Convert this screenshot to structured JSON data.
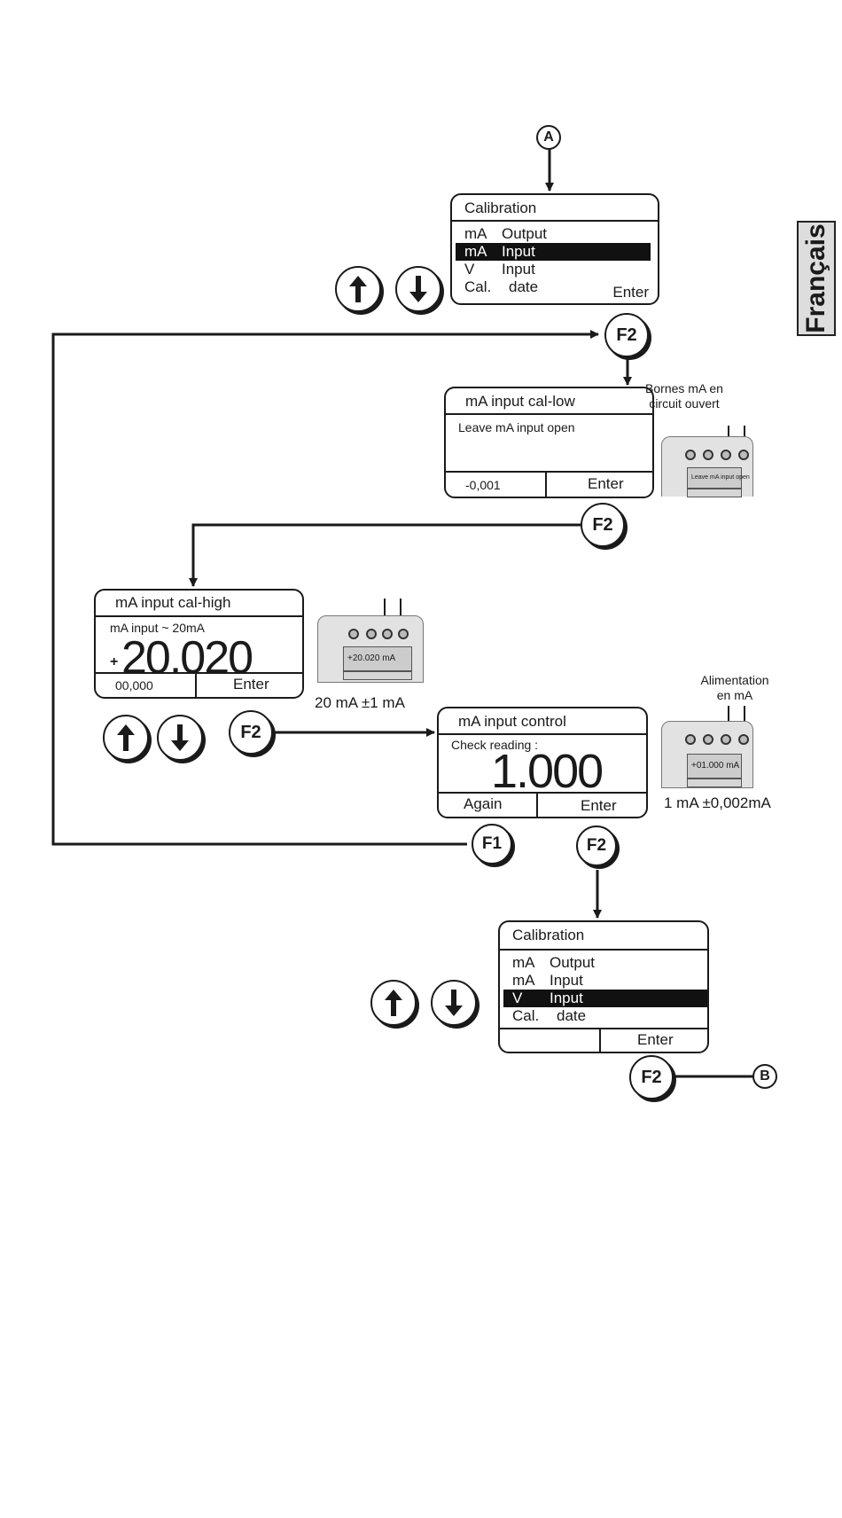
{
  "language_tab": "Français",
  "connectors": {
    "a": "A",
    "b": "B"
  },
  "keys": {
    "f1": "F1",
    "f2": "F2"
  },
  "screen1": {
    "title": "Calibration",
    "items": [
      {
        "a": "mA",
        "b": "Output"
      },
      {
        "a": "mA",
        "b": "Input"
      },
      {
        "a": "V",
        "b": "Input"
      },
      {
        "a": "Cal.",
        "b": "date"
      }
    ],
    "selected_index": 1,
    "enter": "Enter"
  },
  "screen2": {
    "title": "mA input cal-low",
    "message": "Leave mA input open",
    "value": "-0,001",
    "enter": "Enter"
  },
  "screen3": {
    "title": "mA input cal-high",
    "sub": "mA input ~ 20mA",
    "sign": "+",
    "reading": "20.020",
    "value": "00,000",
    "enter": "Enter"
  },
  "screen4": {
    "title": "mA input control",
    "message": "Check reading :",
    "reading": "1.000",
    "again": "Again",
    "enter": "Enter"
  },
  "screen5": {
    "title": "Calibration",
    "items": [
      {
        "a": "mA",
        "b": "Output"
      },
      {
        "a": "mA",
        "b": "Input"
      },
      {
        "a": "V",
        "b": "Input"
      },
      {
        "a": "Cal.",
        "b": "date"
      }
    ],
    "selected_index": 2,
    "enter": "Enter"
  },
  "device1": {
    "caption": "Bornes mA en\ncircuit ouvert",
    "lcd": "Leave mA input open"
  },
  "device2": {
    "caption": "20 mA ±1 mA",
    "lcd": "+20.020 mA"
  },
  "device3": {
    "caption_top": "Alimentation\nen mA",
    "caption_bottom": "1 mA ±0,002mA",
    "lcd": "+01.000 mA"
  }
}
